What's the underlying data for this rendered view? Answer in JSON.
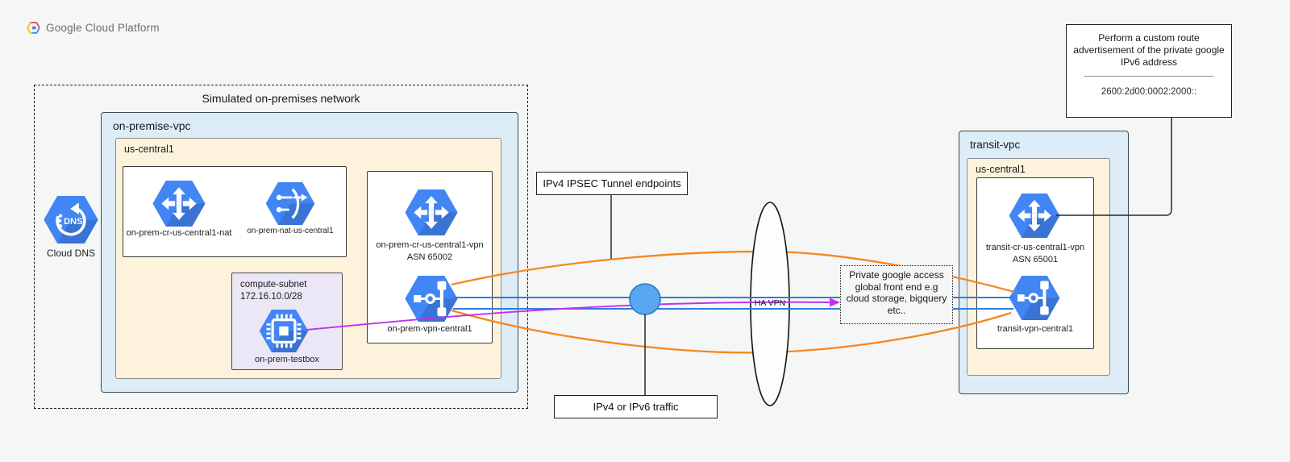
{
  "page": {
    "logo_text": "Google Cloud Platform"
  },
  "colors": {
    "bg": "#f5f6f6",
    "box_blue": "#ddedf8",
    "box_cream": "#fdf3dd",
    "box_purple": "#ece7f6",
    "icon_blue": "#4285f4",
    "line_orange": "#f5871e",
    "line_blue": "#2e7de1",
    "line_purple": "#c32ef0",
    "circle_fill": "#58a7f0",
    "circle_stroke": "#2c77c4"
  },
  "onprem_network": {
    "title": "Simulated on-premises network",
    "vpc_label": "on-premise-vpc",
    "region_label": "us-central1",
    "nat_router_label": "on-prem-cr-us-central1-nat",
    "nat_label": "on-prem-nat-us-central1",
    "subnet_name": "compute-subnet",
    "subnet_cidr": "172.16.10.0/28",
    "testbox_label": "on-prem-testbox",
    "vpn_router_label": "on-prem-cr-us-central1-vpn",
    "vpn_router_asn": "ASN 65002",
    "vpn_gateway_label": "on-prem-vpn-central1"
  },
  "cloud_dns": {
    "label": "Cloud DNS"
  },
  "connections": {
    "ipsec_endpoints_label": "IPv4 IPSEC Tunnel endpoints",
    "traffic_label": "IPv4 or IPv6 traffic",
    "ha_vpn_label": "HA VPN",
    "private_google_access_lines": [
      "Private google access",
      "global front end e.g",
      "cloud storage, bigquery",
      "etc.."
    ]
  },
  "transit_network": {
    "vpc_label": "transit-vpc",
    "region_label": "us-central1",
    "router_label": "transit-cr-us-central1-vpn",
    "router_asn": "ASN 65001",
    "vpn_gateway_label": "transit-vpn-central1"
  },
  "callout": {
    "lines": [
      "Perform a custom route",
      "advertisement of the private google",
      "IPv6 address"
    ],
    "ipv6_address": "2600:2d00:0002:2000::"
  }
}
